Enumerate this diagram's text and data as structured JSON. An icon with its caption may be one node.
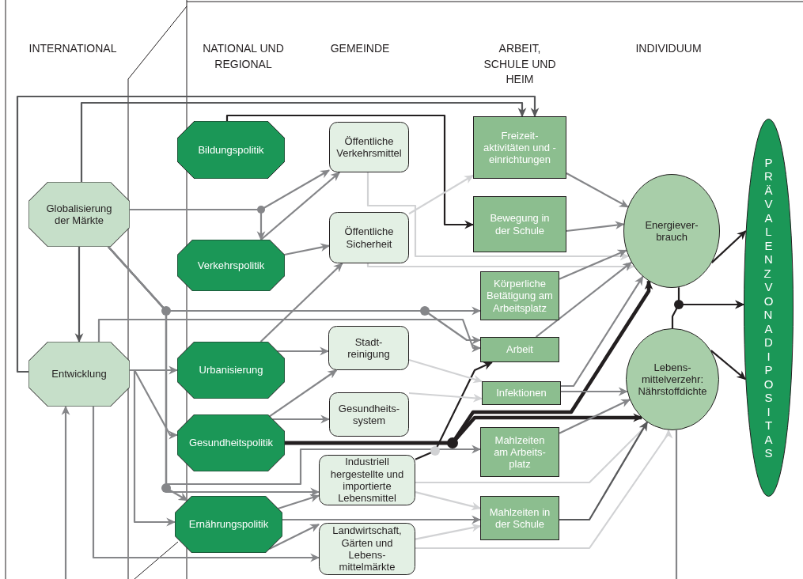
{
  "diagram": {
    "nodes": [
      {
        "text": [
          "Globalisierung der Märkte"
        ]
      },
      {
        "text": [
          "Entwicklung"
        ]
      },
      {
        "text": [
          "Bildungspolitik"
        ]
      },
      {
        "text": [
          "Verkehrspolitik"
        ]
      },
      {
        "text": [
          "Urbanisierung"
        ]
      },
      {
        "text": [
          "Gesundheitspolitik"
        ]
      },
      {
        "text": [
          "Ernährungspolitik"
        ]
      },
      {
        "text": [
          "Öffentliche Verkehrsmittel"
        ]
      },
      {
        "text": [
          "Öffentliche Sicherheit"
        ]
      },
      {
        "text": [
          "Stadt-reinigung"
        ]
      },
      {
        "text": [
          "Gesundheits-system"
        ]
      },
      {
        "text": [
          "Industriell hergestellte und importierte Lebensmittel"
        ]
      },
      {
        "text": [
          "Landwirtschaft, Gärten und Lebens-mittelmärkte"
        ]
      },
      {
        "text": [
          "Freizeit-aktivitäten und -einrichtungen"
        ]
      },
      {
        "text": [
          "Bewegung in der Schule"
        ]
      },
      {
        "text": [
          "Körperliche Betätigung am Arbeitsplatz"
        ]
      },
      {
        "text": [
          "Arbeit"
        ]
      },
      {
        "text": [
          "Infektionen"
        ]
      },
      {
        "text": [
          "Mahlzeiten am Arbeits-platz"
        ]
      },
      {
        "text": [
          "Mahlzeiten in der Schule"
        ]
      },
      {
        "text": [
          "Energiever-brauch"
        ]
      },
      {
        "text": [
          "Lebens-mittelverzehr: Nährstoffdichte"
        ]
      },
      {
        "text": [
          "PRÄVALENZ VON ADIPOSITAS"
        ]
      }
    ],
    "edges": [
      {
        "from": 1,
        "to": 13,
        "arrow": "to",
        "color": "#58595b"
      },
      {
        "from": 0,
        "to": 13,
        "arrow": "to",
        "color": "#58595b"
      },
      {
        "from": 2,
        "to": 14,
        "arrow": "to",
        "color": "#231f20"
      },
      {
        "from": 0,
        "to": 7,
        "arrow": "to"
      },
      {
        "from": 0,
        "to": 3,
        "arrow": "to"
      },
      {
        "from": 3,
        "to": 7,
        "arrow": "to"
      },
      {
        "from": 3,
        "to": 8,
        "arrow": "to"
      },
      {
        "from": 0,
        "to": 15,
        "arrow": "to"
      },
      {
        "from": 0,
        "to": 16,
        "arrow": "to"
      },
      {
        "from": 1,
        "to": 16,
        "arrow": "to"
      },
      {
        "from": 0,
        "to": 11,
        "arrow": "to"
      },
      {
        "from": 0,
        "to": 6,
        "arrow": "to"
      },
      {
        "from": 0,
        "to": 18,
        "arrow": "to"
      },
      {
        "from": 0,
        "to": 1,
        "arrow": "to",
        "color": "#58595b"
      },
      {
        "from": 1,
        "to": 4,
        "arrow": "to"
      },
      {
        "from": 1,
        "to": 5,
        "arrow": "to"
      },
      {
        "from": 1,
        "to": 6,
        "arrow": "to"
      },
      {
        "from": 1,
        "to": 12,
        "arrow": "to"
      },
      {
        "from": null,
        "to": 1,
        "arrow": "to"
      },
      {
        "from": 4,
        "to": 8,
        "arrow": "to"
      },
      {
        "from": 4,
        "to": 9,
        "arrow": "to"
      },
      {
        "from": 5,
        "to": 9,
        "arrow": "to"
      },
      {
        "from": 5,
        "to": 10,
        "arrow": "to"
      },
      {
        "from": 5,
        "to": 20,
        "arrow": "to",
        "style": "thick",
        "color": "#231f20"
      },
      {
        "from": 5,
        "to": 21,
        "arrow": "to",
        "style": "thick",
        "color": "#231f20"
      },
      {
        "from": 11,
        "to": 16,
        "arrow": "to",
        "color": "#231f20"
      },
      {
        "from": 11,
        "to": 21,
        "arrow": "to",
        "color": "#d1d2d4"
      },
      {
        "from": 11,
        "to": 19,
        "arrow": "to",
        "color": "#d1d2d4"
      },
      {
        "from": 6,
        "to": 11,
        "arrow": "to"
      },
      {
        "from": 6,
        "to": 12,
        "arrow": "to"
      },
      {
        "from": 6,
        "to": 19,
        "arrow": "to"
      },
      {
        "from": 12,
        "to": 19,
        "arrow": "to",
        "color": "#d1d2d4"
      },
      {
        "from": 12,
        "to": 21,
        "arrow": "to",
        "color": "#d1d2d4"
      },
      {
        "from": 9,
        "to": 17,
        "arrow": "to",
        "color": "#d1d2d4"
      },
      {
        "from": 10,
        "to": 17,
        "arrow": "to",
        "color": "#d1d2d4"
      },
      {
        "from": 7,
        "to": 20,
        "arrow": "to",
        "color": "#d1d2d4"
      },
      {
        "from": 8,
        "to": 13,
        "arrow": "to",
        "color": "#d1d2d4"
      },
      {
        "from": 8,
        "to": 20,
        "arrow": "to",
        "color": "#d1d2d4"
      },
      {
        "from": 13,
        "to": 20,
        "arrow": "to"
      },
      {
        "from": 14,
        "to": 20,
        "arrow": "to"
      },
      {
        "from": 15,
        "to": 20,
        "arrow": "to"
      },
      {
        "from": 16,
        "to": 20,
        "arrow": "to"
      },
      {
        "from": 17,
        "to": 20,
        "arrow": "to"
      },
      {
        "from": 17,
        "to": 21,
        "arrow": "to"
      },
      {
        "from": 18,
        "to": 21,
        "arrow": "to"
      },
      {
        "from": 19,
        "to": 21,
        "arrow": "to",
        "color": "#58595b"
      },
      {
        "from": 20,
        "to": 22,
        "arrow": "to",
        "color": "#231f20"
      },
      {
        "from": 21,
        "to": 22,
        "arrow": "to",
        "color": "#231f20"
      },
      {
        "from": 20,
        "to": 22,
        "arrow": "to",
        "color": "#231f20"
      },
      {
        "from": 21,
        "to": 22,
        "arrow": "to",
        "color": "#231f20"
      },
      {
        "from": 21,
        "to": null,
        "arrow": "none"
      }
    ],
    "labels": [
      "INTERNATIONAL",
      "NATIONAL UND REGIONAL",
      "GEMEINDE",
      "ARBEIT, SCHULE UND HEIM",
      "INDIVIDUUM"
    ]
  }
}
